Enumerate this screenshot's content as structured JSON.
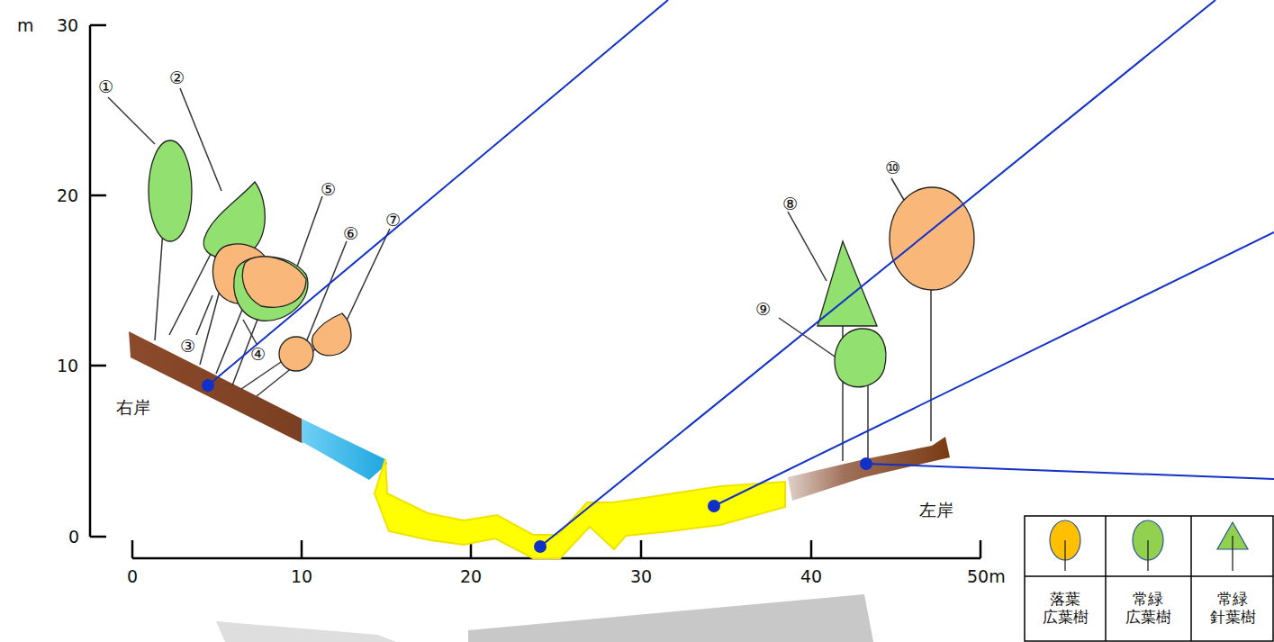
{
  "diagram": {
    "labels": [
      "m",
      "30",
      "20",
      "10",
      "0",
      "0",
      "10",
      "20",
      "30",
      "40",
      "50m",
      "①",
      "②",
      "③",
      "④",
      "⑤",
      "⑥",
      "⑦",
      "⑧",
      "⑨",
      "⑩",
      "右岸",
      "左岸"
    ],
    "legend": [
      {
        "text": "落葉 広葉樹",
        "color": "#ffc000"
      },
      {
        "text": "常緑 広葉樹",
        "color": "#92d050"
      },
      {
        "text": "常緑 針葉樹",
        "color": "#92d050"
      }
    ]
  }
}
